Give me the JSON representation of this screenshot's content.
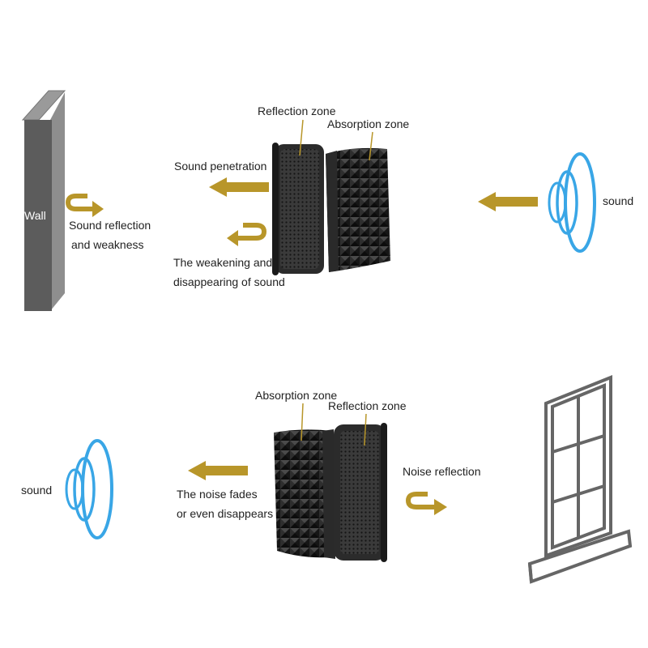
{
  "top_scene": {
    "wall_label": "Wall",
    "reflection_zone_label": "Reflection zone",
    "absorption_zone_label": "Absorption zone",
    "sound_penetration_label": "Sound penetration",
    "sound_reflection_label_line1": "Sound reflection",
    "sound_reflection_label_line2": "and weakness",
    "weakening_label_line1": "The weakening and",
    "weakening_label_line2": "disappearing of sound",
    "sound_label": "sound"
  },
  "bottom_scene": {
    "absorption_zone_label": "Absorption zone",
    "reflection_zone_label": "Reflection zone",
    "noise_reflection_label": "Noise reflection",
    "noise_fades_label_line1": "The noise fades",
    "noise_fades_label_line2": "or even disappears",
    "sound_label": "sound"
  },
  "colors": {
    "arrow": "#b8962a",
    "wave": "#39a6e6",
    "wall_front": "#5c5c5c",
    "wall_side": "#8e8e8e",
    "panel": "#2b2b2b",
    "foam": "#1f1f1f",
    "window_frame": "#666666"
  }
}
